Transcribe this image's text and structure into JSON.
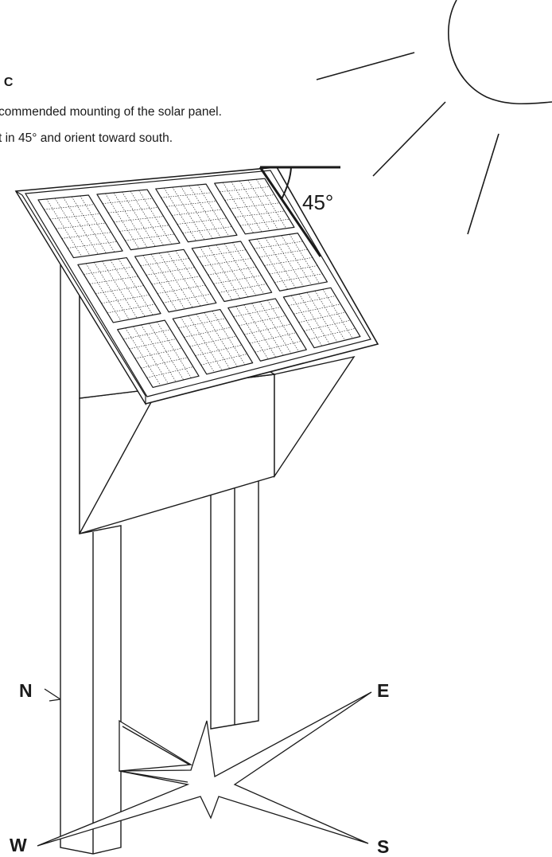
{
  "caption": {
    "title": ". C",
    "line1": "commended mounting of the solar panel.",
    "line2": "t in 45° and orient toward south."
  },
  "angle": {
    "label": "45°"
  },
  "compass": {
    "north": "N",
    "east": "E",
    "west": "W",
    "south": "S"
  },
  "panel": {
    "grid_rows": 3,
    "grid_cols": 4
  },
  "colors": {
    "line": "#1a1a1a",
    "fill": "#ffffff"
  }
}
